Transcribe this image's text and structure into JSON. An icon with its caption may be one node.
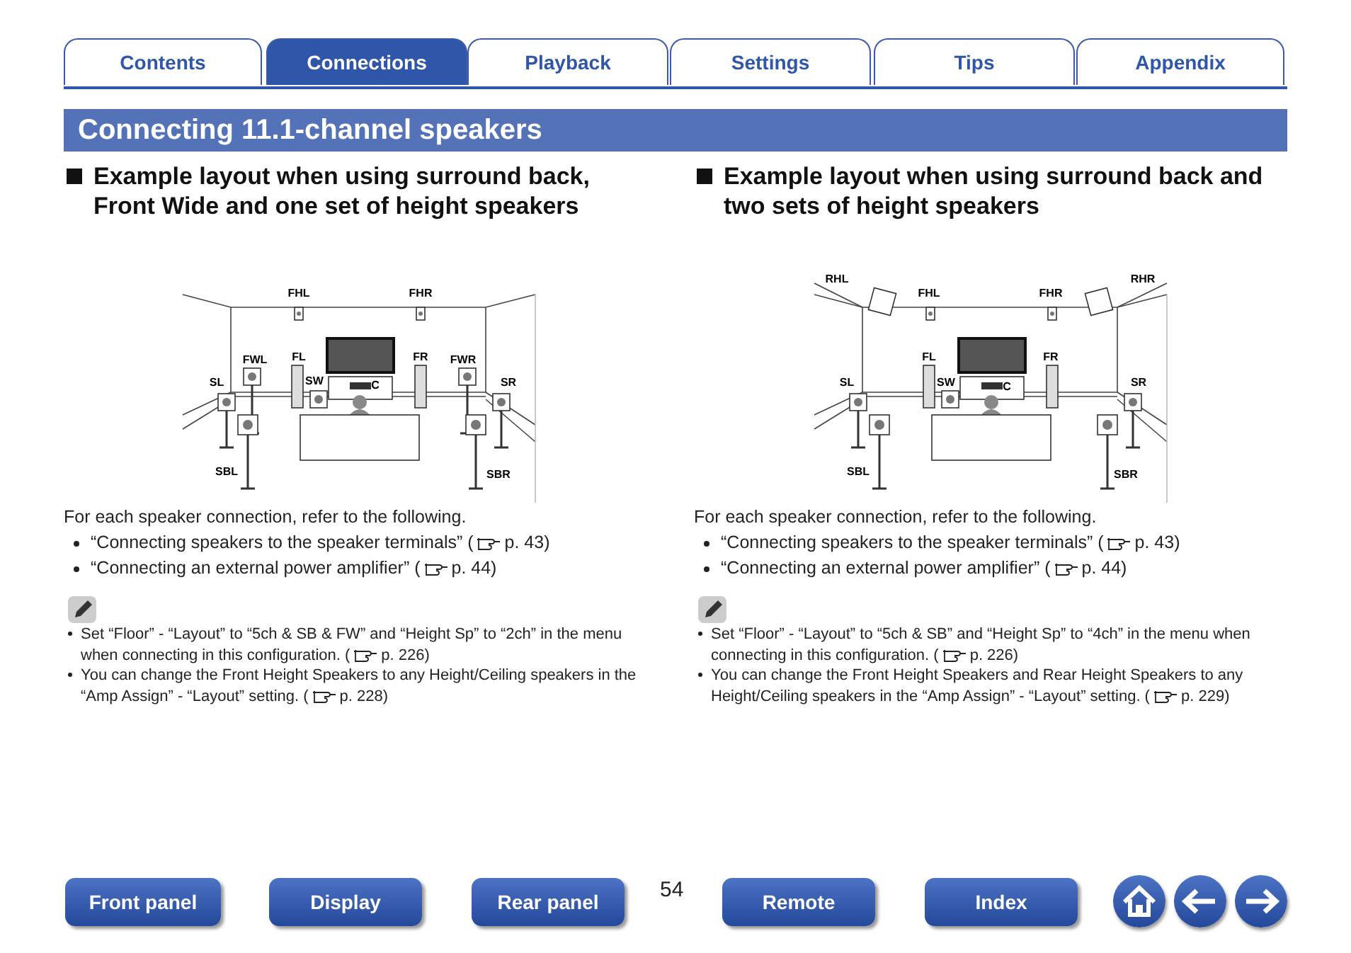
{
  "diagram": {
    "title": "Connecting 11.1-channel speakers",
    "nodes": [
      {
        "text": [
          "Contents"
        ]
      },
      {
        "text": [
          "Connections"
        ]
      },
      {
        "text": [
          "Playback"
        ]
      },
      {
        "text": [
          "Settings"
        ]
      },
      {
        "text": [
          "Tips"
        ]
      },
      {
        "text": [
          "Appendix"
        ]
      },
      {
        "text": [
          "Front panel"
        ]
      },
      {
        "text": [
          "Display"
        ]
      },
      {
        "text": [
          "Rear panel"
        ]
      },
      {
        "text": [
          "Remote"
        ]
      },
      {
        "text": [
          "Index"
        ]
      },
      {
        "text": [],
        "shape": "circle"
      },
      {
        "text": [],
        "shape": "circle"
      },
      {
        "text": [],
        "shape": "circle"
      }
    ],
    "labels": [
      "Example layout when using surround back, Front Wide and one set of height speakers",
      "Example layout when using surround back and two sets of height speakers",
      "FHL",
      "FHR",
      "FWL",
      "FL",
      "FR",
      "FWR",
      "SL",
      "SW",
      "C",
      "SR",
      "SBL",
      "SBR",
      "RHL",
      "FHL",
      "FHR",
      "RHR",
      "FL",
      "FR",
      "SL",
      "SW",
      "C",
      "SR",
      "SBL",
      "SBR",
      "For each speaker connection, refer to the following.",
      "“Connecting speakers to the speaker terminals” (",
      "p. 43)",
      "“Connecting an external power amplifier” (",
      "p. 44)",
      "Set “Floor” - “Layout” to “5ch & SB & FW” and “Height Sp” to “2ch” in the menu when connecting in this configuration.  (",
      "p. 226)",
      "You can change the Front Height Speakers to any Height/Ceiling speakers in the “Amp Assign” - “Layout” setting.  (",
      "p. 228)",
      "For each speaker connection, refer to the following.",
      "“Connecting speakers to the speaker terminals” (",
      "p. 43)",
      "“Connecting an external power amplifier” (",
      "p. 44)",
      "Set “Floor” - “Layout” to “5ch & SB” and “Height Sp” to “4ch” in the menu when connecting in this configuration.  (",
      "p. 226)",
      "You can change the Front Height Speakers and Rear Height Speakers to any Height/Ceiling speakers in the “Amp Assign” - “Layout” setting.  (",
      "p. 229)",
      "54"
    ]
  }
}
